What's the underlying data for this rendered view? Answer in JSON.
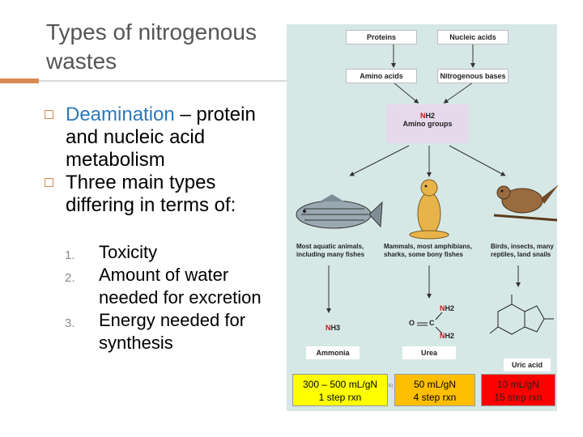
{
  "slide": {
    "title": "Types of nitrogenous wastes",
    "bullets": [
      {
        "highlight": "Deamination",
        "text": " – protein and nucleic acid metabolism"
      },
      {
        "highlight": "",
        "text": "Three main types differing in terms of:"
      }
    ],
    "subitems": [
      {
        "num": "1.",
        "text": "Toxicity"
      },
      {
        "num": "2.",
        "text": "Amount of water needed for excretion"
      },
      {
        "num": "3.",
        "text": "Energy needed for synthesis"
      }
    ]
  },
  "figure": {
    "top_boxes": [
      "Proteins",
      "Nucleic acids"
    ],
    "mid_boxes": [
      "Amino acids",
      "Nitrogenous bases"
    ],
    "amino_group": {
      "formula_n": "N",
      "formula_rest": "H2",
      "label": "Amino groups"
    },
    "captions": [
      "Most aquatic animals, including many fishes",
      "Mammals, most amphibians, sharks, some bony fishes",
      "Birds, insects, many reptiles, land snails"
    ],
    "ammonia": {
      "n": "N",
      "h": "H3",
      "label": "Ammonia"
    },
    "urea": {
      "label": "Urea",
      "o": "O",
      "c": "C",
      "nh2_n": "N",
      "nh2_h": "H2"
    },
    "uric_acid": {
      "label": "Uric acid"
    },
    "stats": [
      {
        "line1": "300 – 500 mL/gN",
        "line2": "1 step rxn",
        "color": "#ffff00"
      },
      {
        "line1": "50 mL/gN",
        "line2": "4 step rxn",
        "color": "#ffbf00"
      },
      {
        "line1": "10 mL/gN",
        "line2": "15 step rxn",
        "color": "#ff0000"
      }
    ],
    "tiny_text": "b)"
  }
}
